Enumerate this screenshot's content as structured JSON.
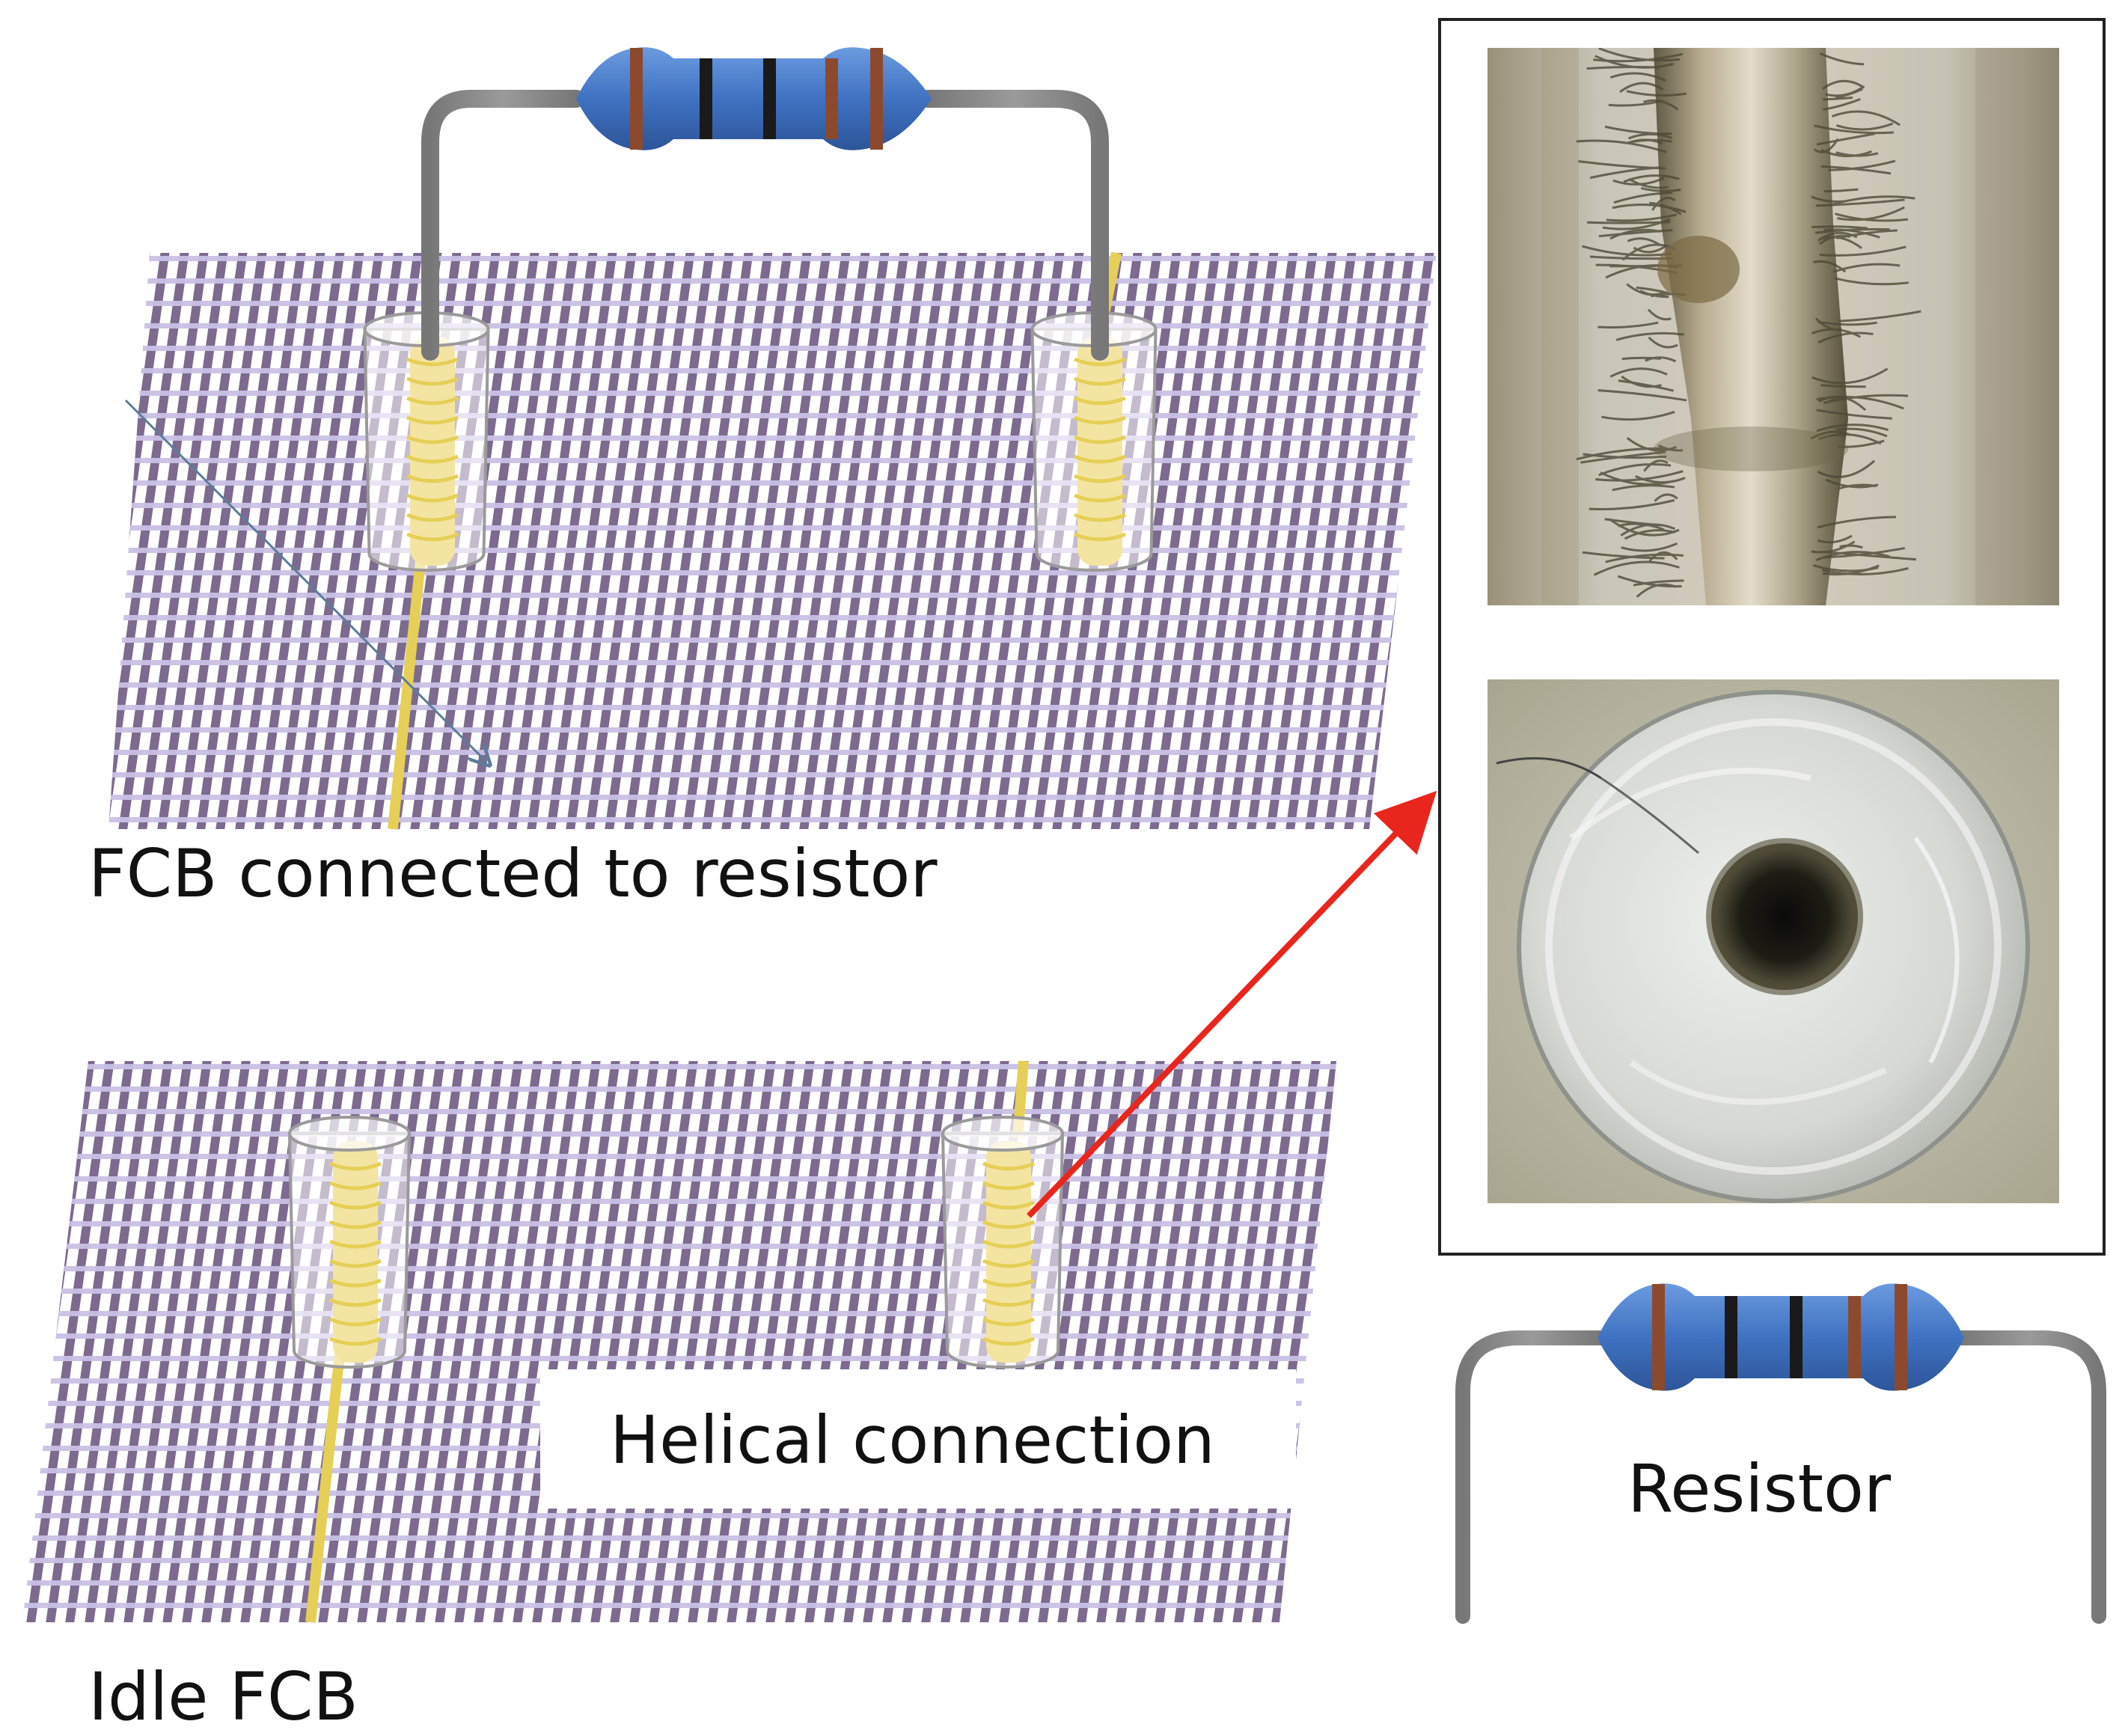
{
  "labels": {
    "top_fabric": "FCB connected to resistor",
    "bottom_fabric": "Idle FCB",
    "helical": "Helical connection",
    "resistor": "Resistor"
  },
  "colors": {
    "warp": "#7d6a8f",
    "weft": "#c9c0e6",
    "conductive_yarn": "#e6cf56",
    "sleeve_fill": "#f4e4a2",
    "resistor_body": "#3f72c2",
    "resistor_band_dark": "#1a1a1a",
    "resistor_band_brown": "#8b4a2e",
    "lead": "#888888",
    "pointer_arrow": "#e8261d",
    "diagonal_arrow": "#5d7c99",
    "photo_frame": "#222222"
  },
  "icons": {
    "photo_top": "fiber-bundle-side-photo",
    "photo_bottom": "helical-connection-cross-section-photo",
    "resistor": "resistor-icon"
  }
}
